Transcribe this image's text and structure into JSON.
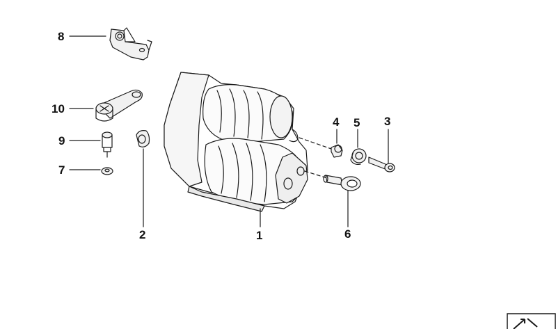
{
  "callouts": {
    "c1": "1",
    "c2": "2",
    "c3": "3",
    "c4": "4",
    "c5": "5",
    "c6": "6",
    "c7": "7",
    "c8": "8",
    "c9": "9",
    "c10": "10"
  },
  "colors": {
    "line": "#1a1a1a",
    "background": "#ffffff",
    "shade": "#e9e9e9"
  },
  "icons": {
    "corner": "zoom-arrow-icon"
  }
}
